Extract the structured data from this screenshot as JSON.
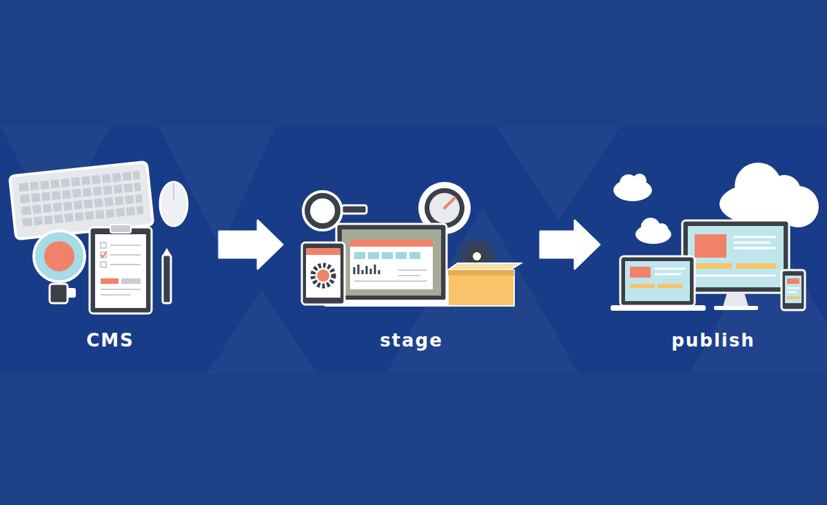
{
  "diagram": {
    "nodes": [
      {
        "text": [
          "CMS"
        ]
      },
      {
        "text": [
          "stage"
        ]
      },
      {
        "text": [
          "publish"
        ]
      }
    ],
    "edges": [
      {
        "from": 0,
        "to": 1,
        "arrow": "to"
      },
      {
        "from": 1,
        "to": 2,
        "arrow": "to"
      }
    ]
  }
}
